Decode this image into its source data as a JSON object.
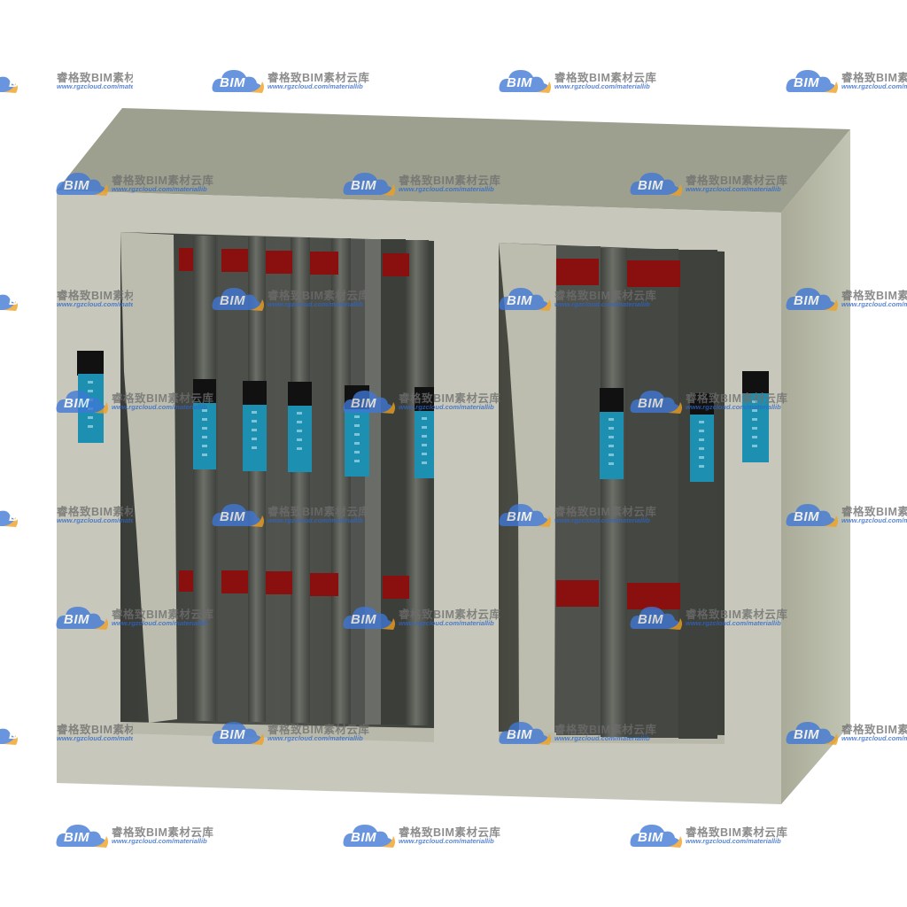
{
  "watermark": {
    "brand": "睿格致BIM素材云库",
    "site": "www.rgzcloud.com/materiallib",
    "logo_text": "BIM",
    "colors": {
      "blue": "#3f78d6",
      "orange": "#f0a020",
      "brand_text": "#6e6e6e",
      "site_text": "#2f66c4"
    }
  },
  "colors": {
    "cabinet_front": "#c7c8bb",
    "cabinet_top": "#9da08f",
    "cabinet_side": "#b4b6a3",
    "interior": "#4a4c46",
    "pipe": "#585a55",
    "flange": "#8a0f0f",
    "tag": "#1d8fb0",
    "tag_cap": "#111111"
  }
}
